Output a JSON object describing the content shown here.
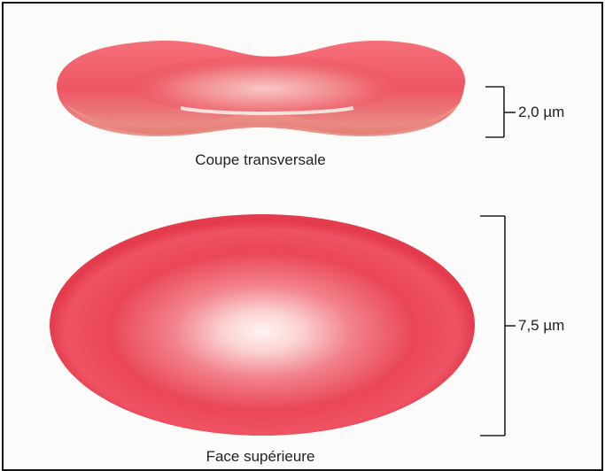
{
  "figure": {
    "cross_section": {
      "caption": "Coupe transversale",
      "dimension_label": "2,0 µm"
    },
    "top_view": {
      "caption": "Face supérieure",
      "dimension_label": "7,5 µm"
    }
  },
  "colors": {
    "cell_base": "#e8414f",
    "cell_rim": "#f04e5e",
    "cell_center": "#fff0f0",
    "cell_shadow": "#c8283a",
    "line": "#222222"
  }
}
